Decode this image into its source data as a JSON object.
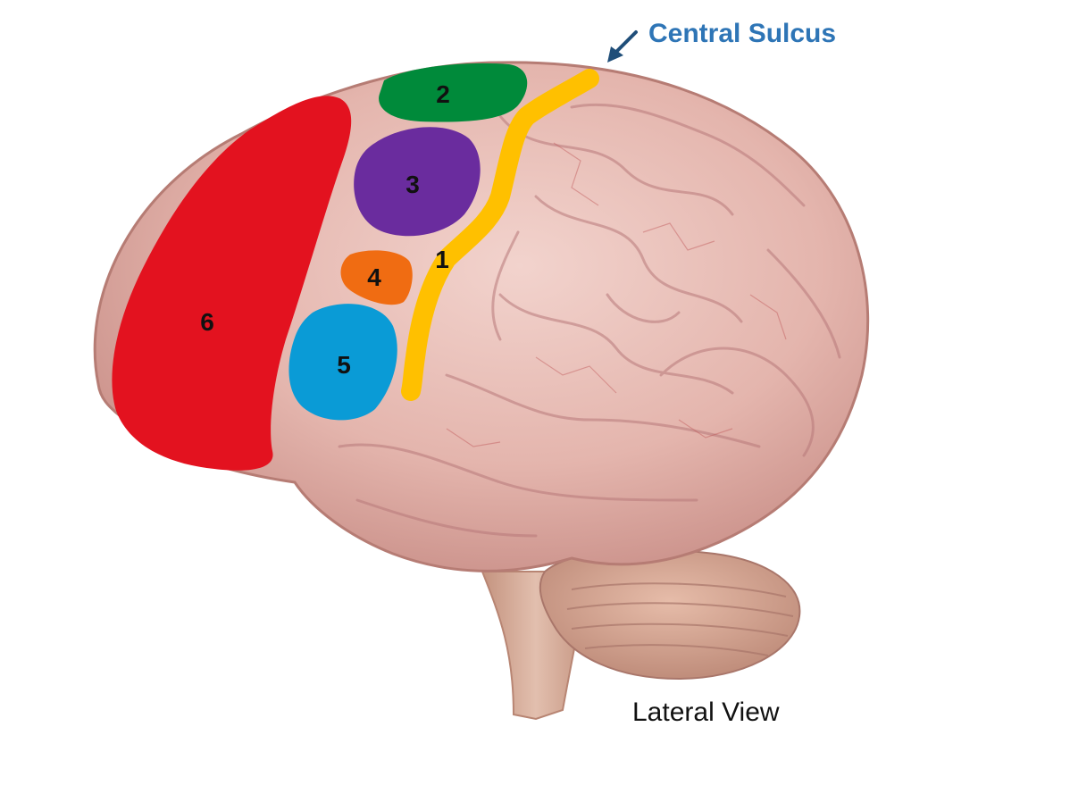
{
  "diagram": {
    "title_label": "Central Sulcus",
    "caption": "Lateral View",
    "colors": {
      "title": "#2e75b6",
      "arrow": "#1f4e79",
      "sulcus": "#ffc000",
      "cortex": "#e8bdb6",
      "cortex_dark": "#c98f88",
      "cerebellum": "#d9a896",
      "brainstem": "#d6ae9c"
    },
    "regions": [
      {
        "label": "1",
        "color": "#ffc000",
        "shape": "central-sulcus-line"
      },
      {
        "label": "2",
        "color": "#008a3a"
      },
      {
        "label": "3",
        "color": "#6a2c9e"
      },
      {
        "label": "4",
        "color": "#f06c12"
      },
      {
        "label": "5",
        "color": "#0a9bd6"
      },
      {
        "label": "6",
        "color": "#e3121f"
      }
    ]
  }
}
